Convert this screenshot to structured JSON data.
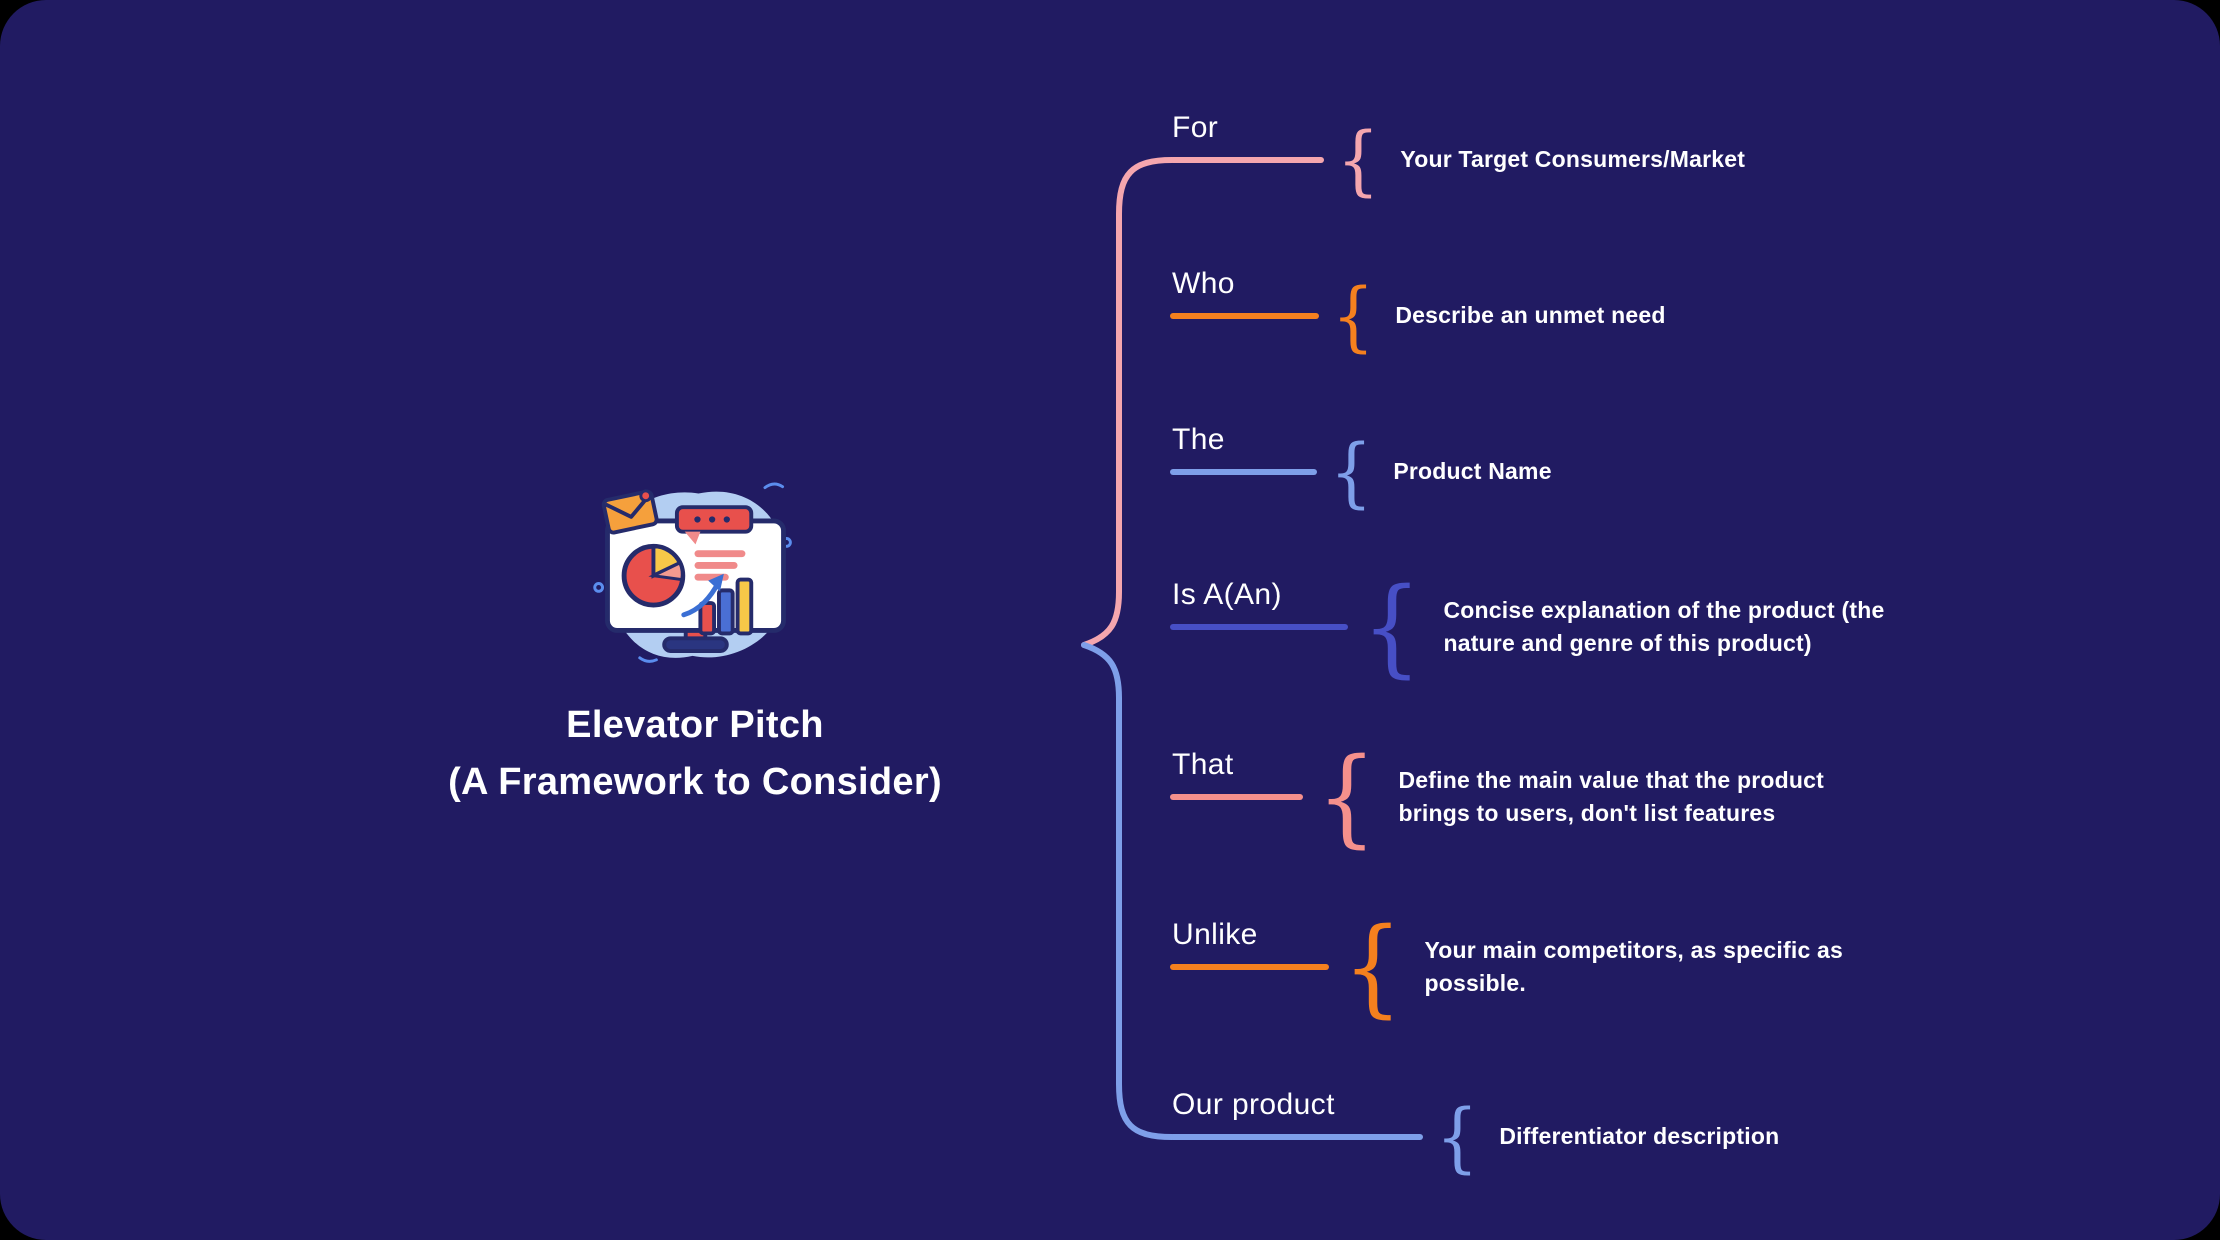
{
  "colors": {
    "background": "#211B62",
    "pink": "#F5A6AE",
    "orange": "#F5801E",
    "light_blue": "#7E9FE9",
    "indigo": "#474FC6",
    "salmon": "#F5908C",
    "text": "#FFFFFF"
  },
  "icons": {
    "brace": "{"
  },
  "central": {
    "title_line1": "Elevator Pitch",
    "title_line2": "(A Framework to Consider)"
  },
  "rows": [
    {
      "label": "For",
      "description": "Your Target Consumers/Market",
      "color": "#F5A6AE"
    },
    {
      "label": "Who",
      "description": "Describe an unmet need",
      "color": "#F5801E"
    },
    {
      "label": "The",
      "description": "Product Name",
      "color": "#7E9FE9"
    },
    {
      "label": "Is A(An)",
      "description": "Concise explanation of the product (the nature and genre of this product)",
      "color": "#474FC6"
    },
    {
      "label": "That",
      "description": "Define the main value that the product brings to users, don't list features",
      "color": "#F5908C"
    },
    {
      "label": "Unlike",
      "description": "Your main competitors, as specific as possible.",
      "color": "#F5801E"
    },
    {
      "label": "Our product",
      "description": "Differentiator description",
      "color": "#7E9FE9"
    }
  ]
}
